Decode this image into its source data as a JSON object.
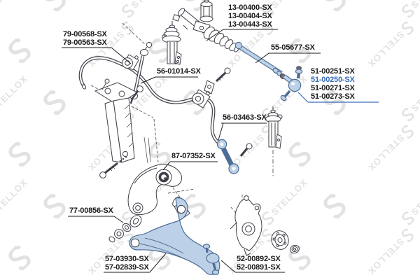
{
  "diagram": {
    "brand": "STELLOX",
    "watermark_text": "STELLOX",
    "highlighted_part": "51-00250-SX",
    "colors": {
      "accent_blue": "#3a6db8",
      "highlight_fill": "#bcd1e7",
      "highlight_stroke": "#4e6e95",
      "line_art": "#3f3f49",
      "label_text": "#1b1b1b",
      "watermark": "#e2e2e2"
    },
    "labels": {
      "steering_boots": {
        "lines": [
          "13-00400-SX",
          "13-00404-SX",
          "13-00443-SX"
        ]
      },
      "sway_bar_bushing": {
        "lines": [
          "79-00568-SX",
          "79-00563-SX"
        ]
      },
      "stab_link_left": {
        "lines": [
          "56-01014-SX"
        ]
      },
      "inner_tie_rod": {
        "lines": [
          "55-05677-SX"
        ]
      },
      "tie_rod_end": {
        "lines": [
          "51-00251-SX",
          "51-00250-SX",
          "51-00271-SX",
          "51-00273-SX"
        ]
      },
      "stab_link_right": {
        "lines": [
          "56-03463-SX"
        ]
      },
      "mount_bushing": {
        "lines": [
          "87-07352-SX"
        ]
      },
      "arm_bushing": {
        "lines": [
          "77-00856-SX"
        ]
      },
      "control_arm": {
        "lines": [
          "57-03930-SX",
          "57-02839-SX"
        ]
      },
      "ball_joint": {
        "lines": [
          "52-00892-SX",
          "52-00891-SX"
        ]
      }
    }
  }
}
